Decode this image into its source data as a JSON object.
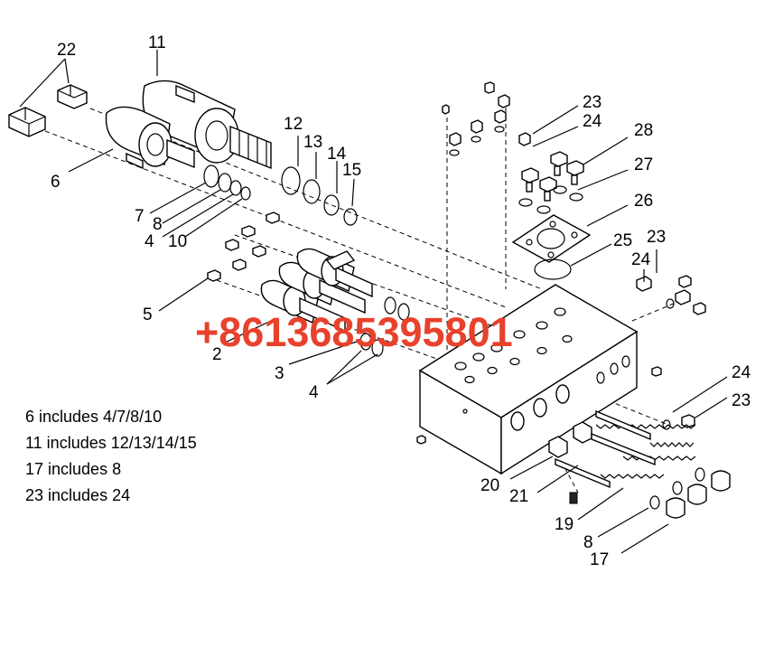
{
  "diagram": {
    "callouts": [
      "22",
      "11",
      "6",
      "12",
      "13",
      "14",
      "15",
      "7",
      "8",
      "4",
      "10",
      "5",
      "2",
      "3",
      "4",
      "23",
      "24",
      "28",
      "27",
      "26",
      "25",
      "23",
      "24",
      "24",
      "23",
      "20",
      "21",
      "19",
      "8",
      "17"
    ]
  },
  "notes": [
    "6 includes 4/7/8/10",
    "11 includes 12/13/14/15",
    "17 includes 8",
    "23 includes 24"
  ],
  "watermark": "+8613685395801",
  "colors": {
    "line": "#000000",
    "watermark": "#e8412c",
    "background": "#ffffff"
  }
}
